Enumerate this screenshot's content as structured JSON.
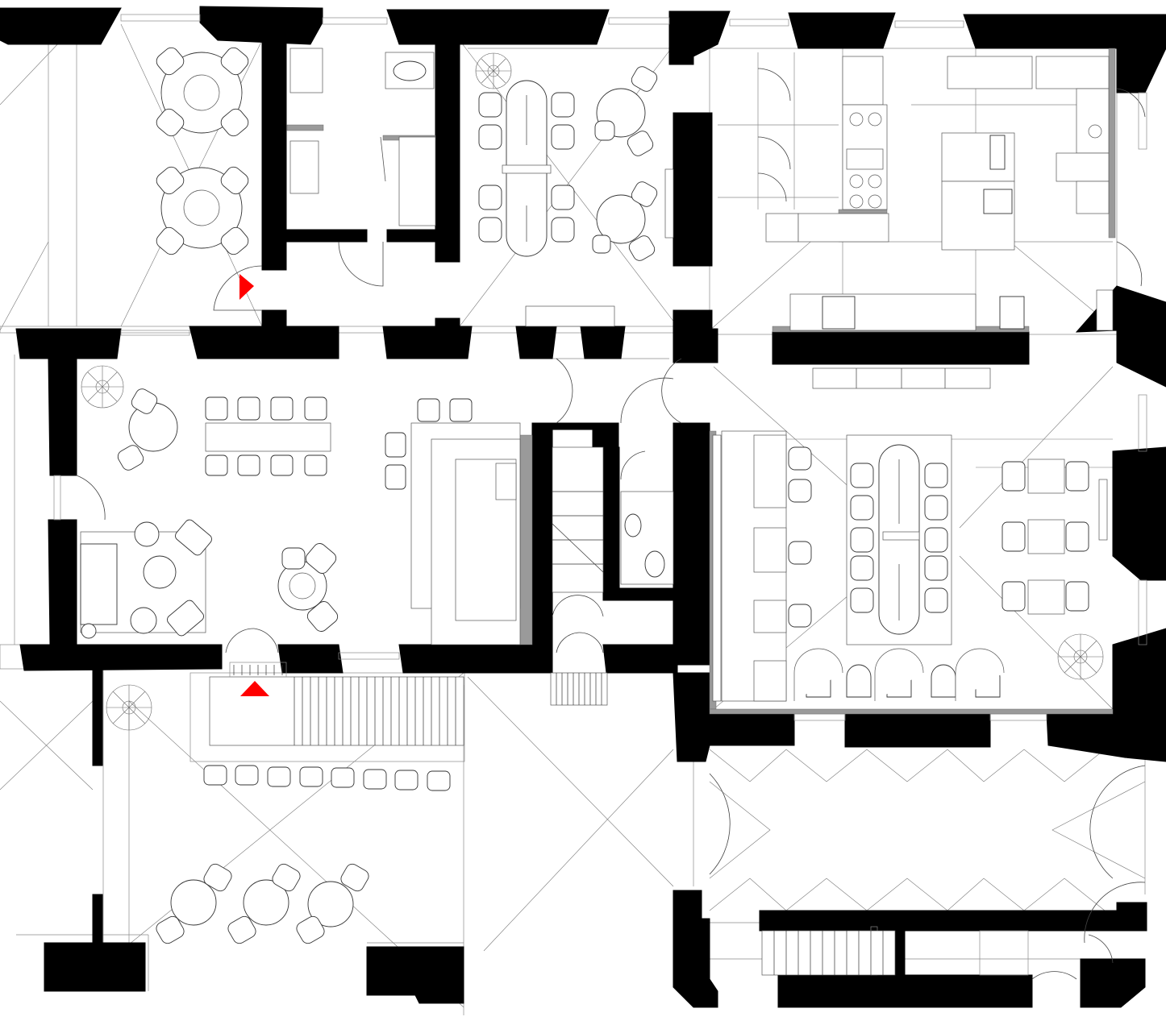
{
  "drawing": {
    "type": "architectural floor plan",
    "colors": {
      "walls": "#000000",
      "lines": "#555555",
      "background": "#ffffff",
      "entrance_markers": "#ff0000"
    },
    "entrance_markers": [
      {
        "icon": "triangle-right-icon",
        "direction": "right"
      },
      {
        "icon": "triangle-up-icon",
        "direction": "up"
      }
    ]
  }
}
